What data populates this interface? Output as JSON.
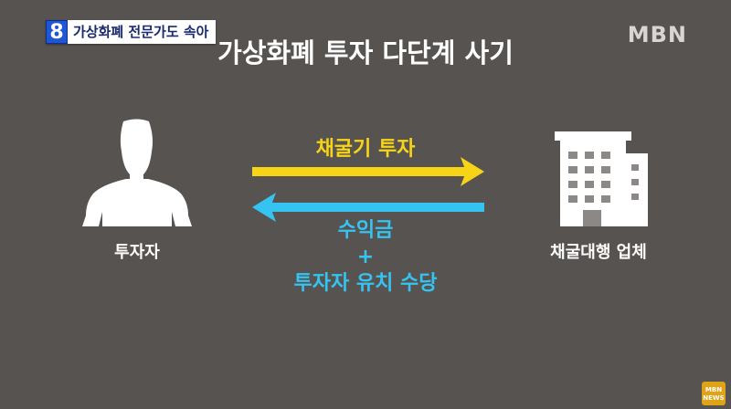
{
  "news_badge": {
    "number": "8",
    "headline": "가상화폐 전문가도 속아"
  },
  "logo": "MBN",
  "title": "가상화폐 투자 다단계 사기",
  "nodes": {
    "investor": "투자자",
    "company": "채굴대행 업체"
  },
  "arrows": {
    "forward_label": "채굴기 투자",
    "backward_lines": [
      "수익금",
      "+",
      "투자자 유치 수당"
    ]
  },
  "colors": {
    "background": "#575350",
    "forward": "#f7d417",
    "backward": "#35c4f2",
    "badge": "#1e56d6"
  },
  "watermark": "MBN NEWS",
  "icons": {
    "investor": "person-silhouette-icon",
    "company": "office-building-icon"
  }
}
